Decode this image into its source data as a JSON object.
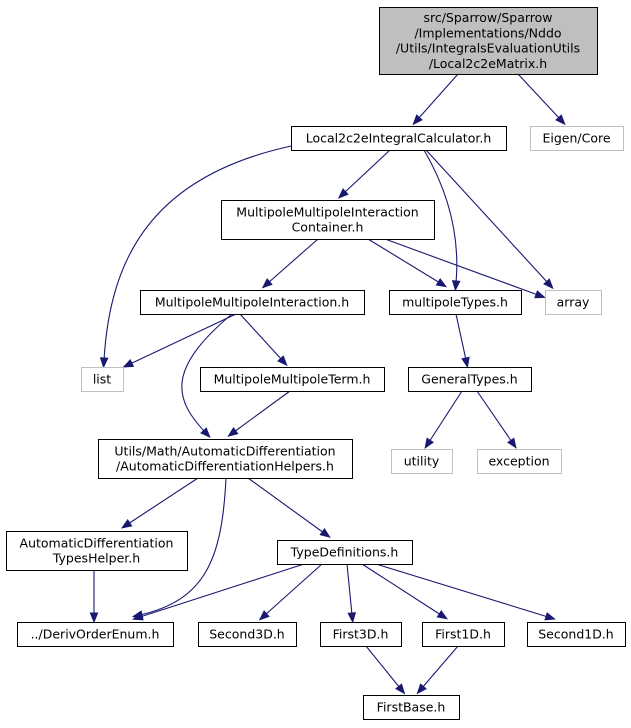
{
  "diagram": {
    "colors": {
      "edge": "#191970",
      "node_border": "#000000",
      "external_border": "#bfbfbf",
      "root_fill": "#bfbfbf",
      "node_fill": "#ffffff"
    },
    "nodes": [
      {
        "id": "root",
        "lines": [
          "src/Sparrow/Sparrow",
          "/Implementations/Nddo",
          "/Utils/IntegralsEvaluationUtils",
          "/Local2c2eMatrix.h"
        ],
        "kind": "root"
      },
      {
        "id": "calc",
        "lines": [
          "Local2c2eIntegralCalculator.h"
        ],
        "kind": "file"
      },
      {
        "id": "eigen",
        "lines": [
          "Eigen/Core"
        ],
        "kind": "external"
      },
      {
        "id": "container",
        "lines": [
          "MultipoleMultipoleInteraction",
          "Container.h"
        ],
        "kind": "file"
      },
      {
        "id": "array",
        "lines": [
          "array"
        ],
        "kind": "external"
      },
      {
        "id": "interaction",
        "lines": [
          "MultipoleMultipoleInteraction.h"
        ],
        "kind": "file"
      },
      {
        "id": "mtypes",
        "lines": [
          "multipoleTypes.h"
        ],
        "kind": "file"
      },
      {
        "id": "list",
        "lines": [
          "list"
        ],
        "kind": "external"
      },
      {
        "id": "term",
        "lines": [
          "MultipoleMultipoleTerm.h"
        ],
        "kind": "file"
      },
      {
        "id": "gtypes",
        "lines": [
          "GeneralTypes.h"
        ],
        "kind": "file"
      },
      {
        "id": "adhelpers",
        "lines": [
          "Utils/Math/AutomaticDifferentiation",
          "/AutomaticDifferentiationHelpers.h"
        ],
        "kind": "file"
      },
      {
        "id": "utility",
        "lines": [
          "utility"
        ],
        "kind": "external"
      },
      {
        "id": "exception",
        "lines": [
          "exception"
        ],
        "kind": "external"
      },
      {
        "id": "adtypes",
        "lines": [
          "AutomaticDifferentiation",
          "TypesHelper.h"
        ],
        "kind": "file"
      },
      {
        "id": "typedefs",
        "lines": [
          "TypeDefinitions.h"
        ],
        "kind": "file"
      },
      {
        "id": "deriv",
        "lines": [
          "../DerivOrderEnum.h"
        ],
        "kind": "file"
      },
      {
        "id": "second3d",
        "lines": [
          "Second3D.h"
        ],
        "kind": "file"
      },
      {
        "id": "first3d",
        "lines": [
          "First3D.h"
        ],
        "kind": "file"
      },
      {
        "id": "first1d",
        "lines": [
          "First1D.h"
        ],
        "kind": "file"
      },
      {
        "id": "second1d",
        "lines": [
          "Second1D.h"
        ],
        "kind": "file"
      },
      {
        "id": "firstbase",
        "lines": [
          "FirstBase.h"
        ],
        "kind": "file"
      }
    ],
    "edges": [
      {
        "from": "root",
        "to": "calc"
      },
      {
        "from": "root",
        "to": "eigen"
      },
      {
        "from": "calc",
        "to": "container"
      },
      {
        "from": "calc",
        "to": "list"
      },
      {
        "from": "calc",
        "to": "mtypes"
      },
      {
        "from": "calc",
        "to": "array"
      },
      {
        "from": "container",
        "to": "interaction"
      },
      {
        "from": "container",
        "to": "mtypes"
      },
      {
        "from": "container",
        "to": "array"
      },
      {
        "from": "interaction",
        "to": "list"
      },
      {
        "from": "interaction",
        "to": "term"
      },
      {
        "from": "interaction",
        "to": "adhelpers"
      },
      {
        "from": "mtypes",
        "to": "gtypes"
      },
      {
        "from": "term",
        "to": "adhelpers"
      },
      {
        "from": "gtypes",
        "to": "utility"
      },
      {
        "from": "gtypes",
        "to": "exception"
      },
      {
        "from": "adhelpers",
        "to": "adtypes"
      },
      {
        "from": "adhelpers",
        "to": "typedefs"
      },
      {
        "from": "adhelpers",
        "to": "deriv"
      },
      {
        "from": "adtypes",
        "to": "deriv"
      },
      {
        "from": "typedefs",
        "to": "deriv"
      },
      {
        "from": "typedefs",
        "to": "second3d"
      },
      {
        "from": "typedefs",
        "to": "first3d"
      },
      {
        "from": "typedefs",
        "to": "first1d"
      },
      {
        "from": "typedefs",
        "to": "second1d"
      },
      {
        "from": "first3d",
        "to": "firstbase"
      },
      {
        "from": "first1d",
        "to": "firstbase"
      }
    ]
  }
}
